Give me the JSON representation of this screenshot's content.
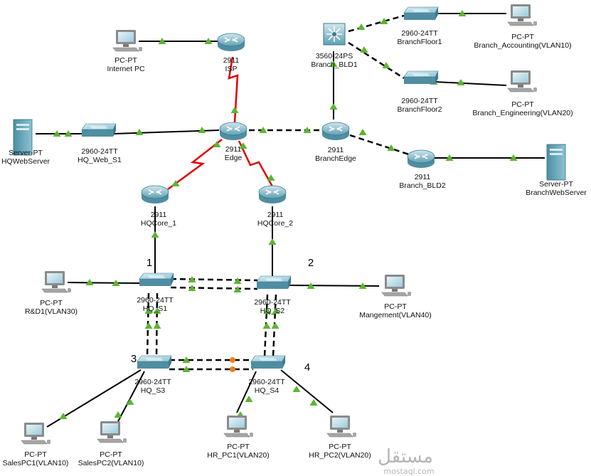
{
  "devices": [
    {
      "id": "internet_pc",
      "kind": "pc",
      "line1": "PC-PT",
      "line2": "Internet PC"
    },
    {
      "id": "isp",
      "kind": "router",
      "line1": "2911",
      "line2": "ISP"
    },
    {
      "id": "hq_web_server",
      "kind": "server",
      "line1": "Server-PT",
      "line2": "HQWebServer"
    },
    {
      "id": "hq_web_s1",
      "kind": "switch",
      "line1": "2960-24TT",
      "line2": "HQ_Web_S1"
    },
    {
      "id": "edge",
      "kind": "router",
      "line1": "2911",
      "line2": "Edge"
    },
    {
      "id": "hq_core_1",
      "kind": "router",
      "line1": "2911",
      "line2": "HQCore_1"
    },
    {
      "id": "hq_core_2",
      "kind": "router",
      "line1": "2911",
      "line2": "HQCore_2"
    },
    {
      "id": "branch_bld1",
      "kind": "l3switch",
      "line1": "3560-24PS",
      "line2": "Branch_BLD1"
    },
    {
      "id": "branch_floor1",
      "kind": "switch",
      "line1": "2960-24TT",
      "line2": "BranchFloor1"
    },
    {
      "id": "branch_floor2",
      "kind": "switch",
      "line1": "2960-24TT",
      "line2": "BranchFloor2"
    },
    {
      "id": "branch_accounting",
      "kind": "pc",
      "line1": "PC-PT",
      "line2": "Branch_Accounting(VLAN10)"
    },
    {
      "id": "branch_engineering",
      "kind": "pc",
      "line1": "PC-PT",
      "line2": "Branch_Engineering(VLAN20)"
    },
    {
      "id": "branch_edge",
      "kind": "router",
      "line1": "2911",
      "line2": "BranchEdge"
    },
    {
      "id": "branch_bld2",
      "kind": "router",
      "line1": "2911",
      "line2": "Branch_BLD2"
    },
    {
      "id": "branch_web_server",
      "kind": "server",
      "line1": "Server-PT",
      "line2": "BranchWebServer"
    },
    {
      "id": "hq_s1",
      "kind": "switch",
      "line1": "2960-24TT",
      "line2": "HQ_S1"
    },
    {
      "id": "hq_s2",
      "kind": "switch",
      "line1": "2960-24TT",
      "line2": "HQ_S2"
    },
    {
      "id": "hq_s3",
      "kind": "switch",
      "line1": "2960-24TT",
      "line2": "HQ_S3"
    },
    {
      "id": "hq_s4",
      "kind": "switch",
      "line1": "2960-24TT",
      "line2": "HQ_S4"
    },
    {
      "id": "rd1",
      "kind": "pc",
      "line1": "PC-PT",
      "line2": "R&D1(VLAN30)"
    },
    {
      "id": "mangement",
      "kind": "pc",
      "line1": "PC-PT",
      "line2": "Mangement(VLAN40)"
    },
    {
      "id": "sales_pc1",
      "kind": "pc",
      "line1": "PC-PT",
      "line2": "SalesPC1(VLAN10)"
    },
    {
      "id": "sales_pc2",
      "kind": "pc",
      "line1": "PC-PT",
      "line2": "SalesPC2(VLAN10)"
    },
    {
      "id": "hr_pc1",
      "kind": "pc",
      "line1": "PC-PT",
      "line2": "HR_PC1(VLAN20)"
    },
    {
      "id": "hr_pc2",
      "kind": "pc",
      "line1": "PC-PT",
      "line2": "HR_PC2(VLAN20)"
    }
  ],
  "links": [
    {
      "a": "internet_pc",
      "b": "isp",
      "type": "solid"
    },
    {
      "a": "isp",
      "b": "edge",
      "type": "serial"
    },
    {
      "a": "hq_web_server",
      "b": "hq_web_s1",
      "type": "solid"
    },
    {
      "a": "hq_web_s1",
      "b": "edge",
      "type": "solid"
    },
    {
      "a": "edge",
      "b": "branch_edge",
      "type": "dashed"
    },
    {
      "a": "edge",
      "b": "hq_core_1",
      "type": "serial"
    },
    {
      "a": "edge",
      "b": "hq_core_2",
      "type": "serial"
    },
    {
      "a": "branch_edge",
      "b": "branch_bld1",
      "type": "solid"
    },
    {
      "a": "branch_edge",
      "b": "branch_bld2",
      "type": "dashed"
    },
    {
      "a": "branch_bld2",
      "b": "branch_web_server",
      "type": "solid"
    },
    {
      "a": "branch_bld1",
      "b": "branch_floor1",
      "type": "dashed"
    },
    {
      "a": "branch_bld1",
      "b": "branch_floor2",
      "type": "dashed"
    },
    {
      "a": "branch_floor1",
      "b": "branch_accounting",
      "type": "solid"
    },
    {
      "a": "branch_floor2",
      "b": "branch_engineering",
      "type": "solid"
    },
    {
      "a": "hq_core_1",
      "b": "hq_s1",
      "type": "solid"
    },
    {
      "a": "hq_core_2",
      "b": "hq_s2",
      "type": "solid"
    },
    {
      "a": "hq_s1",
      "b": "hq_s2",
      "type": "dashed-double"
    },
    {
      "a": "hq_s1",
      "b": "hq_s3",
      "type": "dashed-double-vertical"
    },
    {
      "a": "hq_s2",
      "b": "hq_s4",
      "type": "dashed-double-vertical"
    },
    {
      "a": "hq_s3",
      "b": "hq_s4",
      "type": "dashed-double-blocked"
    },
    {
      "a": "rd1",
      "b": "hq_s1",
      "type": "solid"
    },
    {
      "a": "hq_s2",
      "b": "mangement",
      "type": "solid"
    },
    {
      "a": "hq_s3",
      "b": "sales_pc1",
      "type": "solid"
    },
    {
      "a": "hq_s3",
      "b": "sales_pc2",
      "type": "solid"
    },
    {
      "a": "hq_s4",
      "b": "hr_pc1",
      "type": "solid"
    },
    {
      "a": "hq_s4",
      "b": "hr_pc2",
      "type": "solid"
    }
  ],
  "area_numbers": [
    "1",
    "2",
    "3",
    "4"
  ],
  "watermark": {
    "arabic": "مستقل",
    "latin": "mostaql.com"
  },
  "colors": {
    "link_ok": "#5cb531",
    "link_blocked": "#f07d1a",
    "serial": "#e00000",
    "device_body": "#5e9fb3",
    "device_top": "#a8d3e0"
  }
}
